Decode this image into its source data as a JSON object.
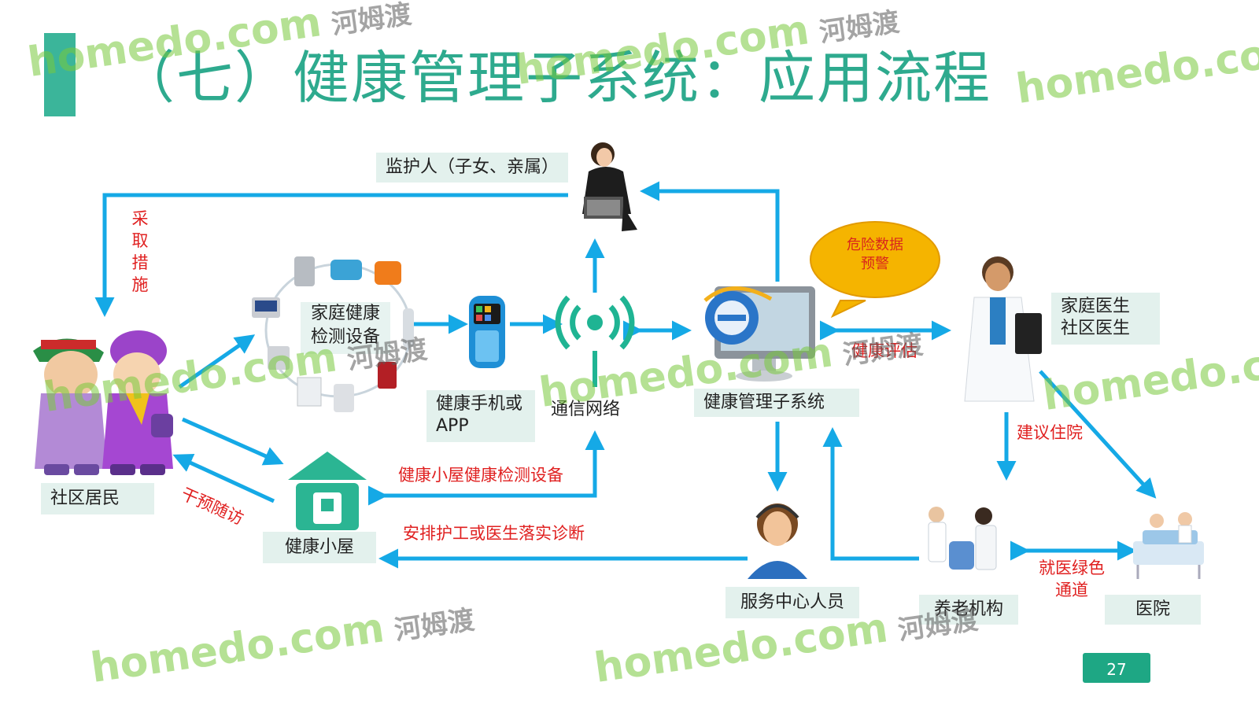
{
  "slide": {
    "title": "（七）健康管理子系统：应用流程",
    "page_number": "27",
    "accent_color": "#3bb59a",
    "arrow_color": "#15a9e6"
  },
  "nodes": {
    "guardian": "监护人（子女、亲属）",
    "home_device_line1": "家庭健康",
    "home_device_line2": "检测设备",
    "phone_line1": "健康手机或",
    "phone_line2": "APP",
    "network": "通信网络",
    "system": "健康管理子系统",
    "doctor_line1": "家庭医生",
    "doctor_line2": "社区医生",
    "residents": "社区居民",
    "cabin": "健康小屋",
    "service": "服务中心人员",
    "elderly_care": "养老机构",
    "hospital": "医院"
  },
  "flow_labels": {
    "take_measures": "采取措施",
    "alert_line1": "危险数据",
    "alert_line2": "预警",
    "assessment": "健康评估",
    "cabin_devices": "健康小屋健康检测设备",
    "intervention": "干预随访",
    "arrange": "安排护工或医生落实诊断",
    "hospitalize": "建议住院",
    "green_line1": "就医绿色",
    "green_line2": "通道"
  },
  "watermark": {
    "text_en": "homedo.com",
    "text_cn": "河姆渡"
  }
}
